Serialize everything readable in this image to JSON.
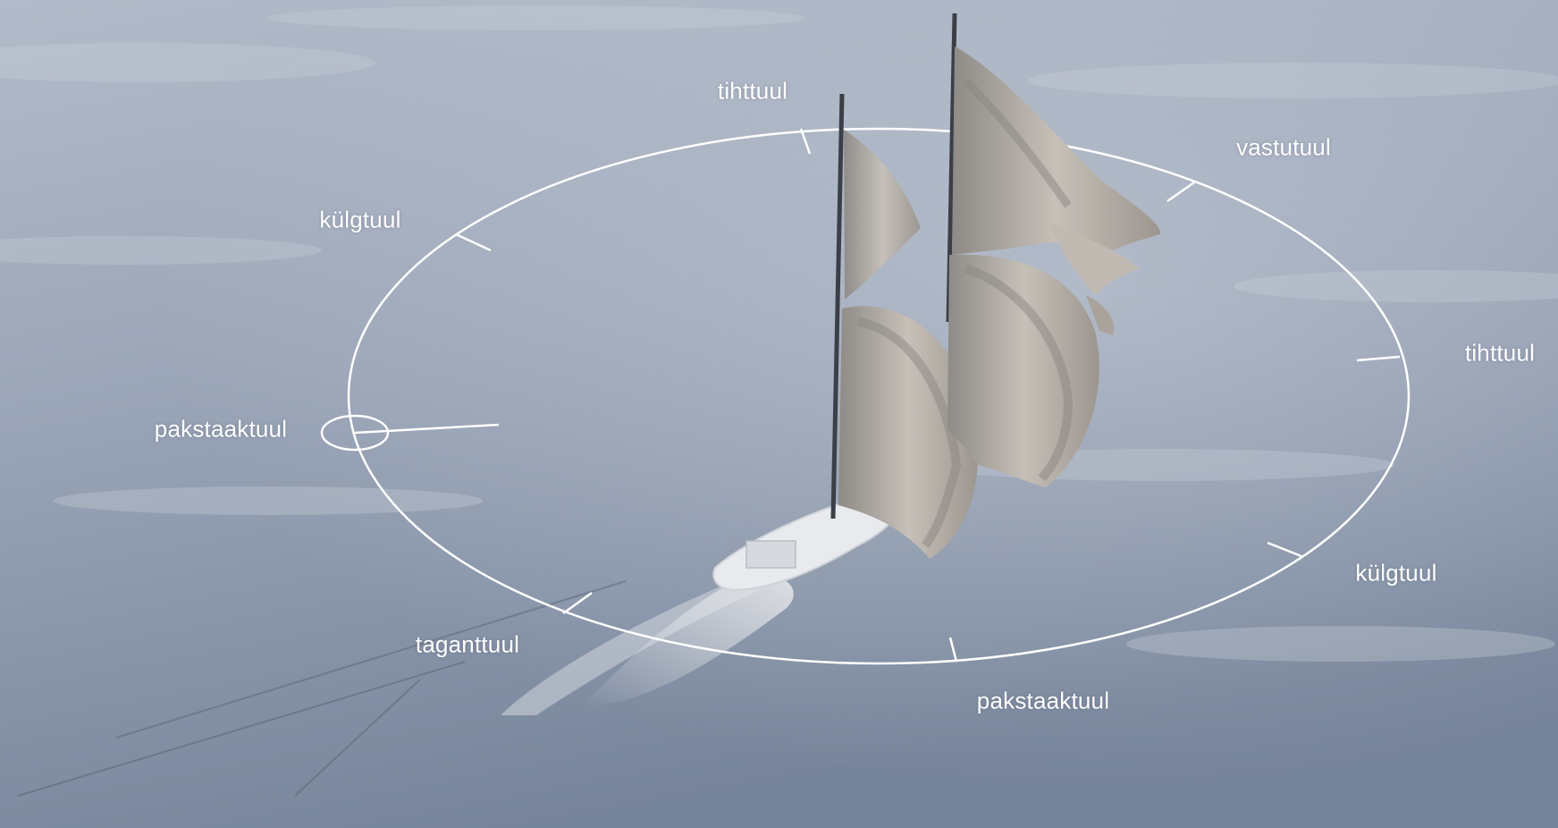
{
  "diagram": {
    "labels": {
      "tihttuul_top": "tihttuul",
      "vastutuul": "vastutuul",
      "kulgtuul_left": "külgtuul",
      "tihttuul_right": "tihttuul",
      "pakstaaktuul_left": "pakstaaktuul",
      "kulgtuul_right": "külgtuul",
      "taganttuul": "taganttuul",
      "pakstaaktuul_bottom": "pakstaaktuul"
    }
  },
  "colors": {
    "sky_light": "#b4bccb",
    "sky_mid": "#929eb1",
    "sea_dark": "#6f7d92",
    "circle_line": "#ffffff",
    "sail": "#b9b3ab",
    "mast": "#3c4048"
  }
}
